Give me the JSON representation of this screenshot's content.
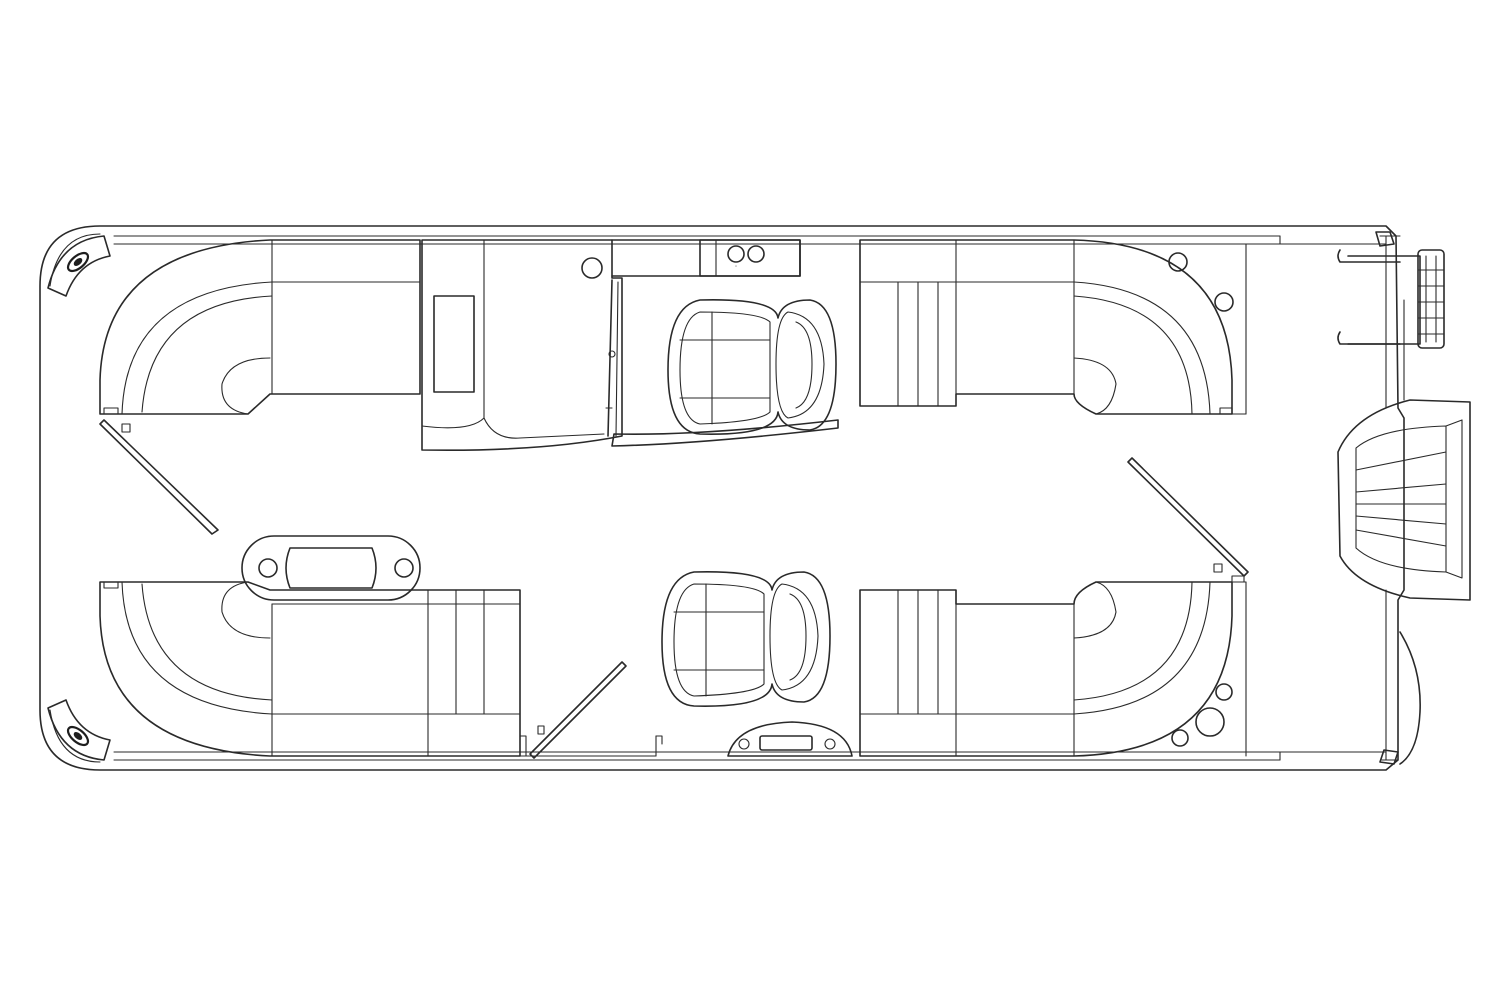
{
  "diagram": {
    "type": "boat-floor-plan",
    "view": "top-down",
    "text_labels": [],
    "colors": {
      "background": "#ffffff",
      "line": "#2a2a2a"
    },
    "components": {
      "seats": [
        "bow-lounge-port",
        "bow-lounge-starboard",
        "aft-lounge-port",
        "aft-lounge-starboard",
        "helm-captain-chair",
        "companion-captain-chair"
      ],
      "consoles": [
        "helm-console",
        "companion-console"
      ],
      "gates": [
        "bow-gate-port",
        "bow-gate-starboard",
        "mid-gate",
        "stern-gate"
      ],
      "stern": [
        "boarding-ladder",
        "swim-platform"
      ]
    }
  }
}
